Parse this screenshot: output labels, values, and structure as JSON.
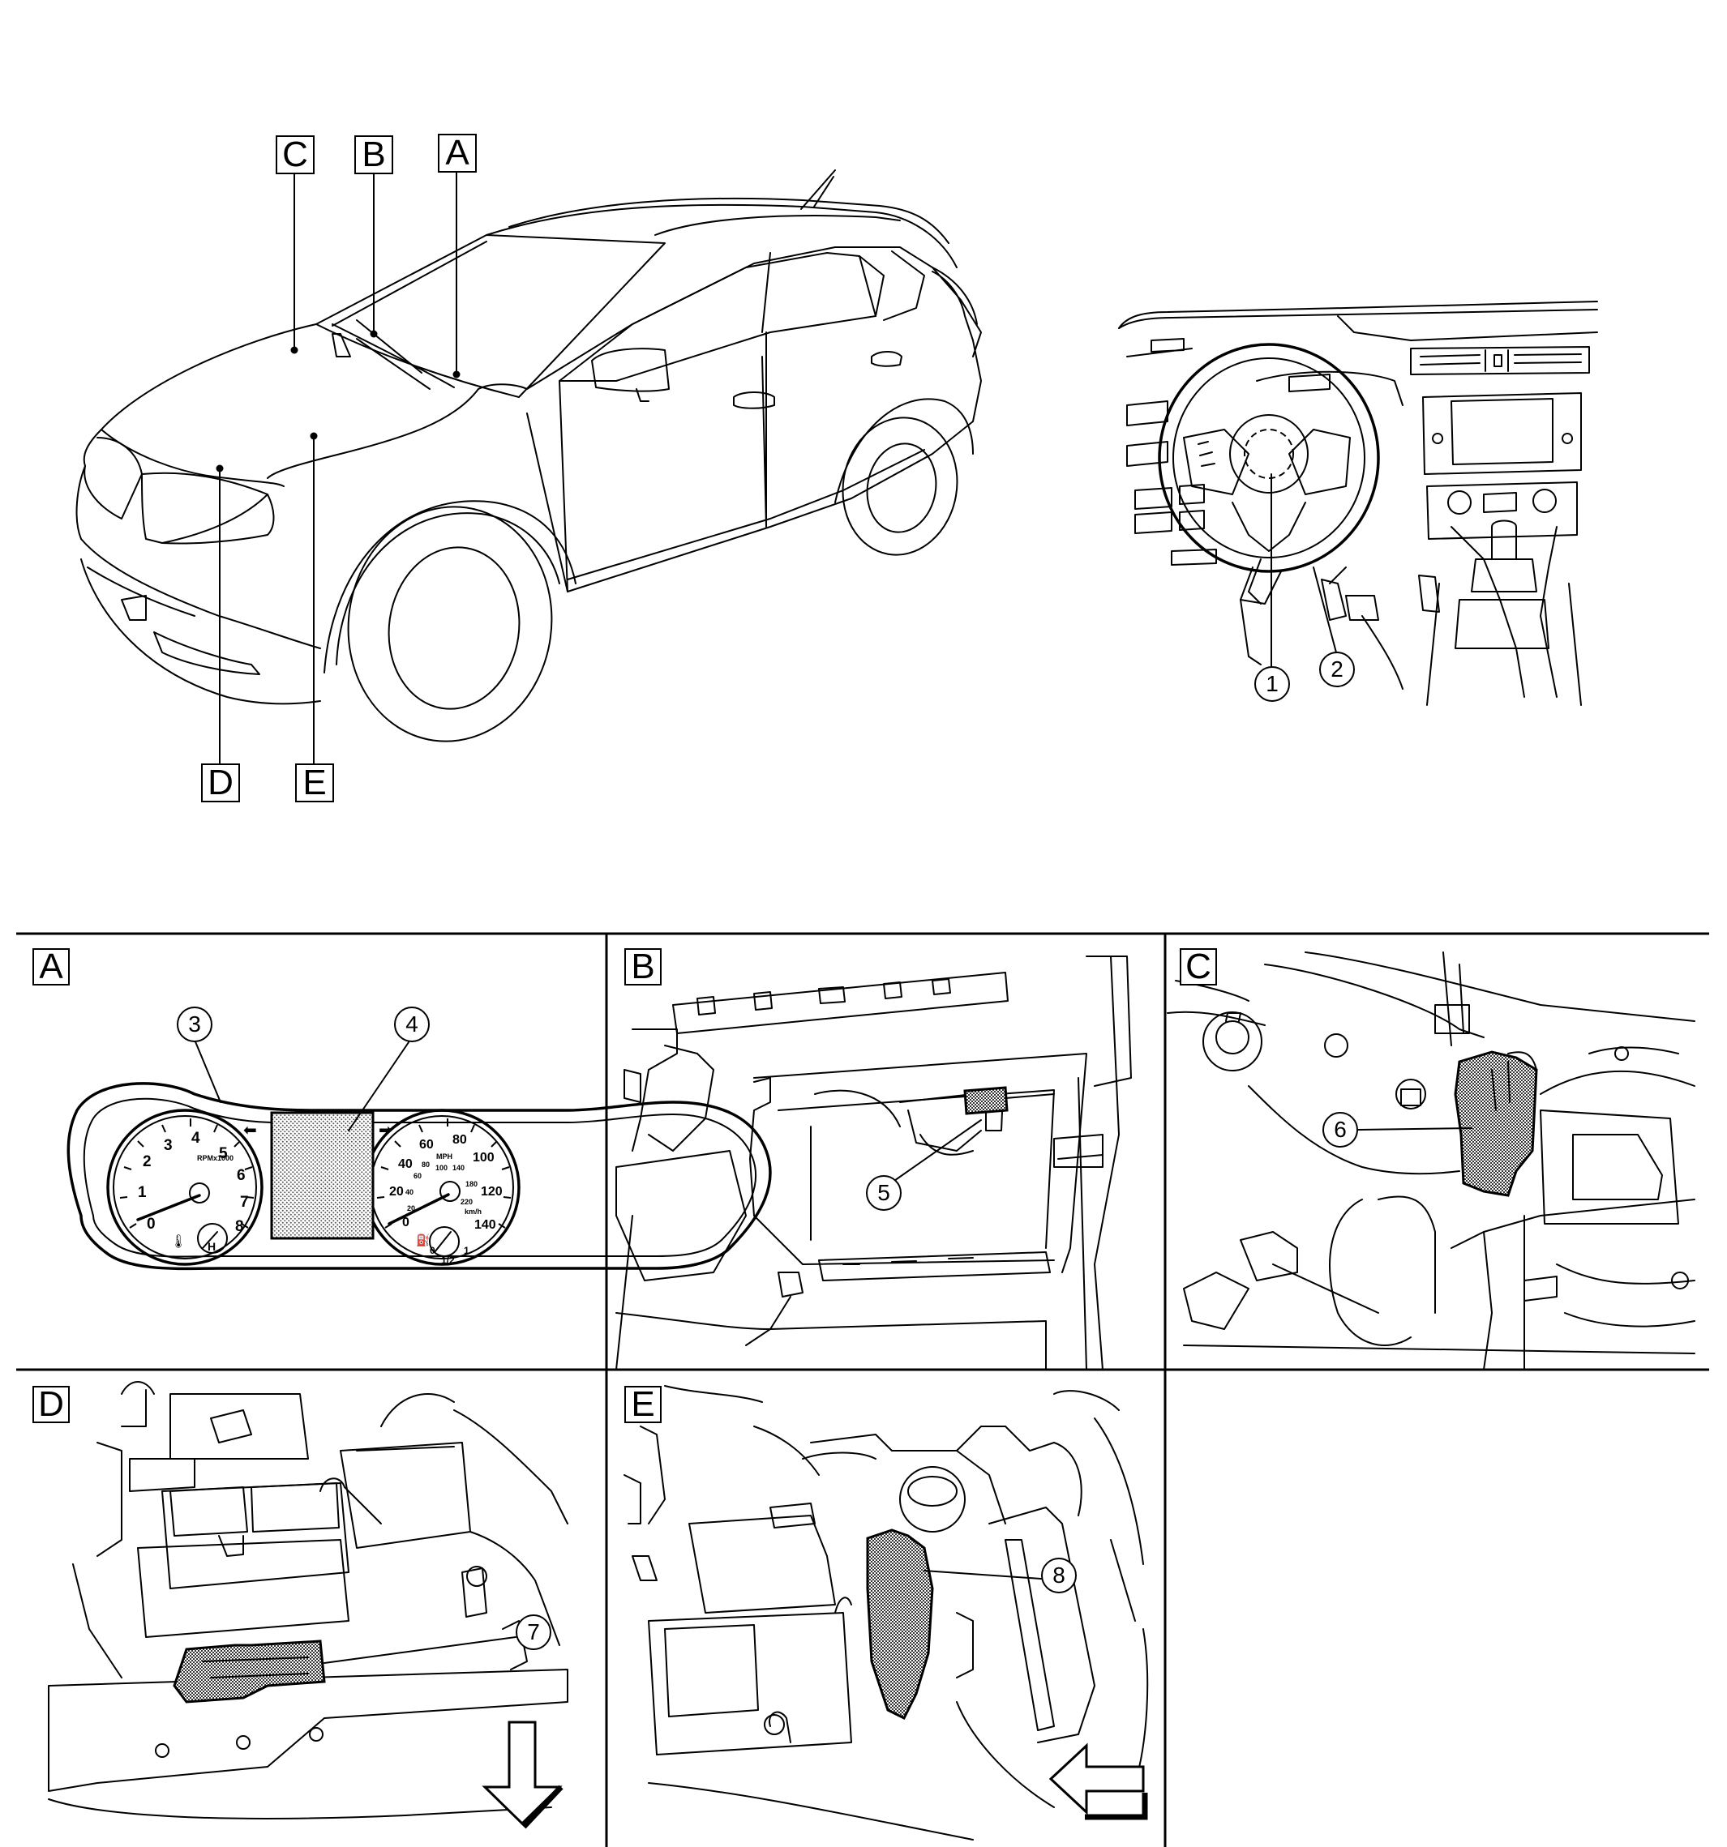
{
  "overview": {
    "view_labels": [
      "A",
      "B",
      "C",
      "D",
      "E"
    ],
    "cockpit_callouts": [
      "1",
      "2"
    ]
  },
  "panels": [
    {
      "label": "A",
      "callouts": [
        "3",
        "4"
      ]
    },
    {
      "label": "B",
      "callouts": [
        "5"
      ]
    },
    {
      "label": "C",
      "callouts": [
        "6"
      ]
    },
    {
      "label": "D",
      "callouts": [
        "7"
      ]
    },
    {
      "label": "E",
      "callouts": [
        "8"
      ]
    }
  ],
  "gauges": {
    "tach_numbers": [
      "0",
      "1",
      "2",
      "3",
      "4",
      "5",
      "6",
      "7",
      "8"
    ],
    "tach_unit": "RPMx1000",
    "temp_label": "H",
    "speed_numbers": [
      "0",
      "20",
      "40",
      "60",
      "80",
      "100",
      "120",
      "140"
    ],
    "speed_unit": "MPH",
    "speed_kmh_numbers": [
      "20",
      "40",
      "60",
      "80",
      "100",
      "140",
      "180",
      "220"
    ],
    "speed_kmh_unit": "km/h",
    "fuel_labels": [
      "0",
      "1/2",
      "1"
    ]
  },
  "colors": {
    "line": "#000000",
    "background": "#ffffff",
    "highlight_fill": "#9a9a9a"
  },
  "icons": [
    "left-turn-arrow-icon",
    "right-turn-arrow-icon",
    "temperature-icon",
    "fuel-pump-icon",
    "front-direction-arrow-icon"
  ]
}
